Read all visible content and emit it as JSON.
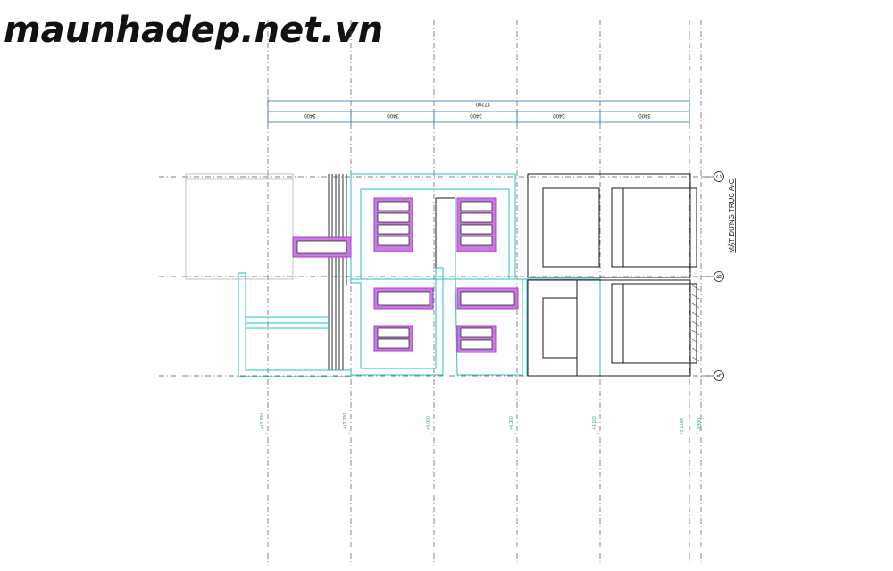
{
  "watermark": "maunhadep.net.vn",
  "drawing_title": "MẶT ĐỨNG TRỤC A-C",
  "dimensions": {
    "total": "17200",
    "spans": [
      "3400",
      "3400",
      "3400",
      "3400",
      "3400"
    ]
  },
  "axes": [
    "C",
    "B",
    "A"
  ],
  "levels": [
    "+13.600",
    "+12.300",
    "+9.000",
    "+6.300",
    "+3.100",
    "± 0.000",
    "-0.300"
  ],
  "colors": {
    "outline": "#1a1a1a",
    "cyan": "#22c1c3",
    "magenta": "#b23bd0",
    "grid": "#555555",
    "level_green": "#2a9d8f",
    "dim_blue": "#2b6fb3"
  }
}
